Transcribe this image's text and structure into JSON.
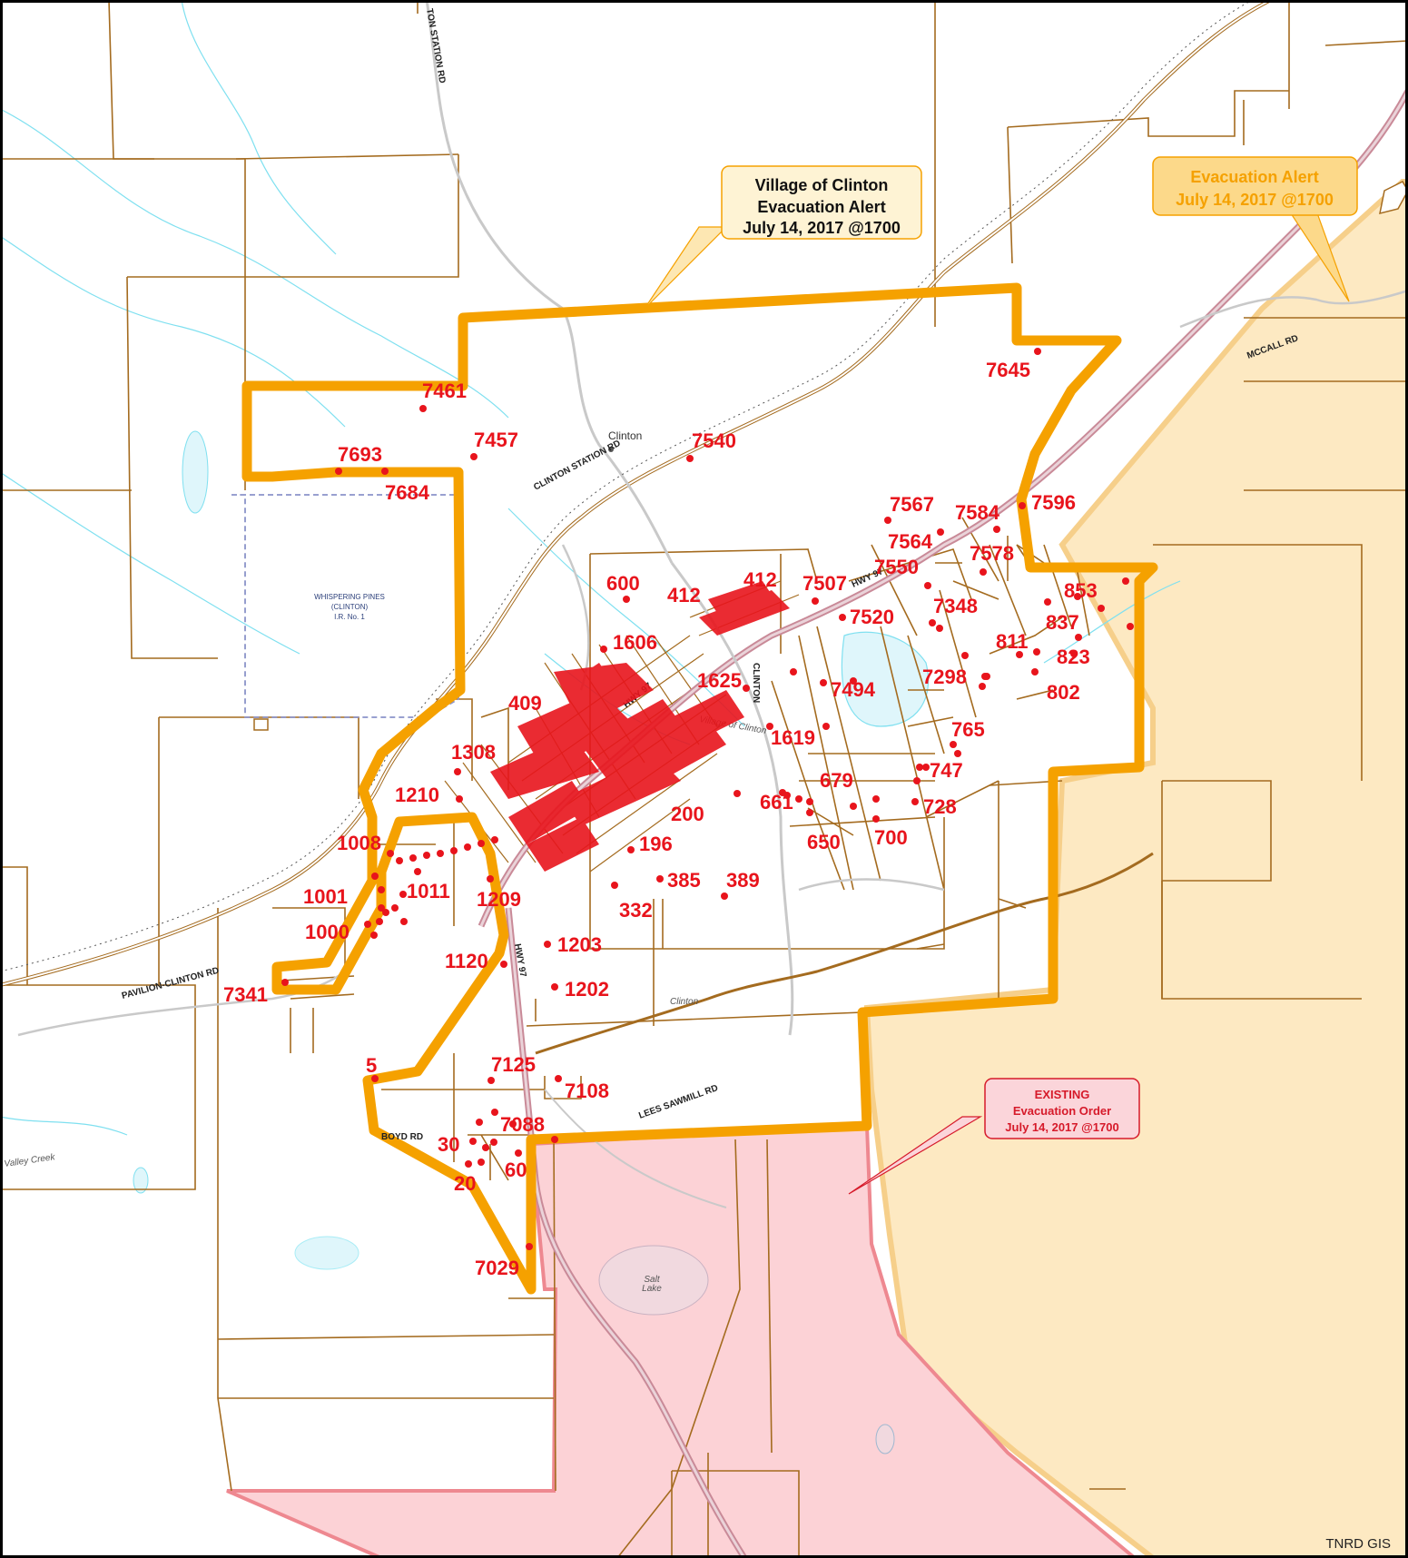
{
  "credit": "TNRD GIS",
  "callouts": {
    "village": {
      "line1": "Village of Clinton",
      "line2": "Evacuation Alert",
      "line3": "July 14, 2017 @1700"
    },
    "alert": {
      "line1": "Evacuation Alert",
      "line2": "July 14, 2017 @1700"
    },
    "order": {
      "line1": "EXISTING",
      "line2": "Evacuation Order",
      "line3": "July 14, 2017 @1700"
    }
  },
  "places": {
    "clinton_town": "Clinton",
    "clinton_south": "Clinton",
    "village": "Village of Clinton",
    "salt_lake_1": "Salt",
    "salt_lake_2": "Lake",
    "creek": "Valley Creek",
    "reserve_1": "WHISPERING PINES",
    "reserve_2": "(CLINTON)",
    "reserve_3": "I.R. No. 1"
  },
  "roads": {
    "clinton_station": "CLINTON STATION RD",
    "station_top": "TON STATION RD",
    "pavilion": "PAVILION-CLINTON RD",
    "lees_sawmill": "LEES SAWMILL RD",
    "mccall": "MCCALL RD",
    "hwy97a": "HWY 97",
    "hwy97b": "HWY 97",
    "hwy97c": "HWY 97",
    "boyd": "BOYD RD",
    "clinton_st": "CLINTON"
  },
  "addresses": [
    "7461",
    "7457",
    "7540",
    "7645",
    "7693",
    "7684",
    "7567",
    "7584",
    "7596",
    "7564",
    "7578",
    "7550",
    "600",
    "412",
    "412",
    "7507",
    "7520",
    "7348",
    "853",
    "837",
    "1606",
    "811",
    "823",
    "1625",
    "7494",
    "7298",
    "802",
    "409",
    "765",
    "1619",
    "1308",
    "747",
    "679",
    "1210",
    "728",
    "200",
    "661",
    "700",
    "650",
    "1008",
    "196",
    "385",
    "389",
    "1001",
    "1011",
    "1209",
    "332",
    "1000",
    "1203",
    "1120",
    "1202",
    "7341",
    "5",
    "7125",
    "7108",
    "7088",
    "30",
    "60",
    "20",
    "7029"
  ],
  "colors": {
    "alert_boundary": "#f5a100",
    "alert_fill": "#fde9c2",
    "order_fill": "#fcd2d6",
    "order_edge": "#ee8890",
    "parcel": "#a46b1f",
    "address": "#e8141c",
    "water": "#7fe0f0"
  }
}
